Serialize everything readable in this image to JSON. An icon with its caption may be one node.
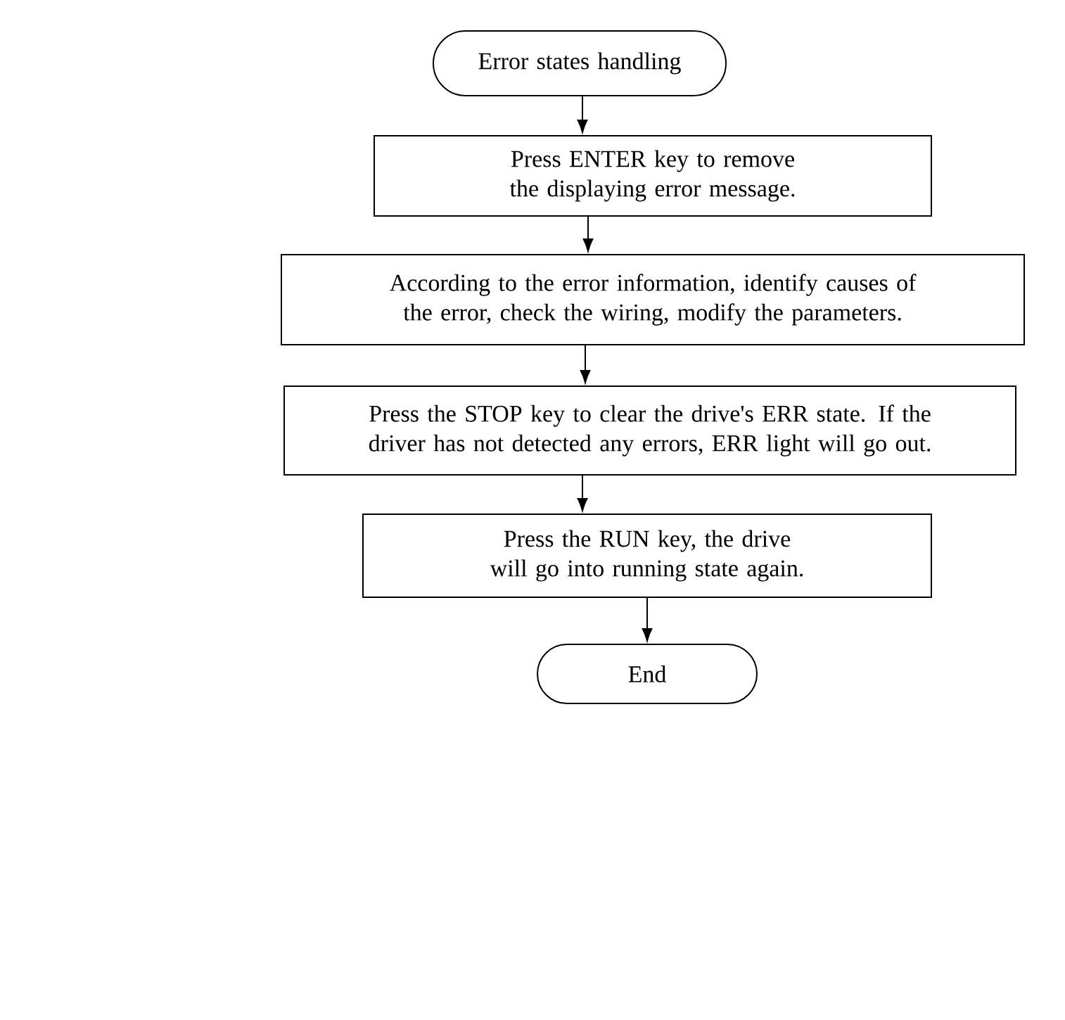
{
  "diagram": {
    "nodes": [
      {
        "text": [
          "Error states handling"
        ]
      },
      {
        "text": [
          "Press ENTER key to remove the displaying error message."
        ]
      },
      {
        "text": [
          "According to the error information, identify causes of the error, check the wiring, modify the parameters."
        ]
      },
      {
        "text": [
          "Press the STOP key to clear the drive's ERR state. If the driver has not detected any errors, ERR light will go out."
        ]
      },
      {
        "text": [
          "Press the RUN key, the drive will go into running state again."
        ]
      },
      {
        "text": [
          "End"
        ]
      }
    ],
    "edges": [
      {
        "from": 0,
        "to": 1,
        "arrow": "to"
      },
      {
        "from": 1,
        "to": 2,
        "arrow": "to"
      },
      {
        "from": 2,
        "to": 3,
        "arrow": "to"
      },
      {
        "from": 3,
        "to": 4,
        "arrow": "to"
      },
      {
        "from": 4,
        "to": 5,
        "arrow": "to"
      }
    ]
  }
}
